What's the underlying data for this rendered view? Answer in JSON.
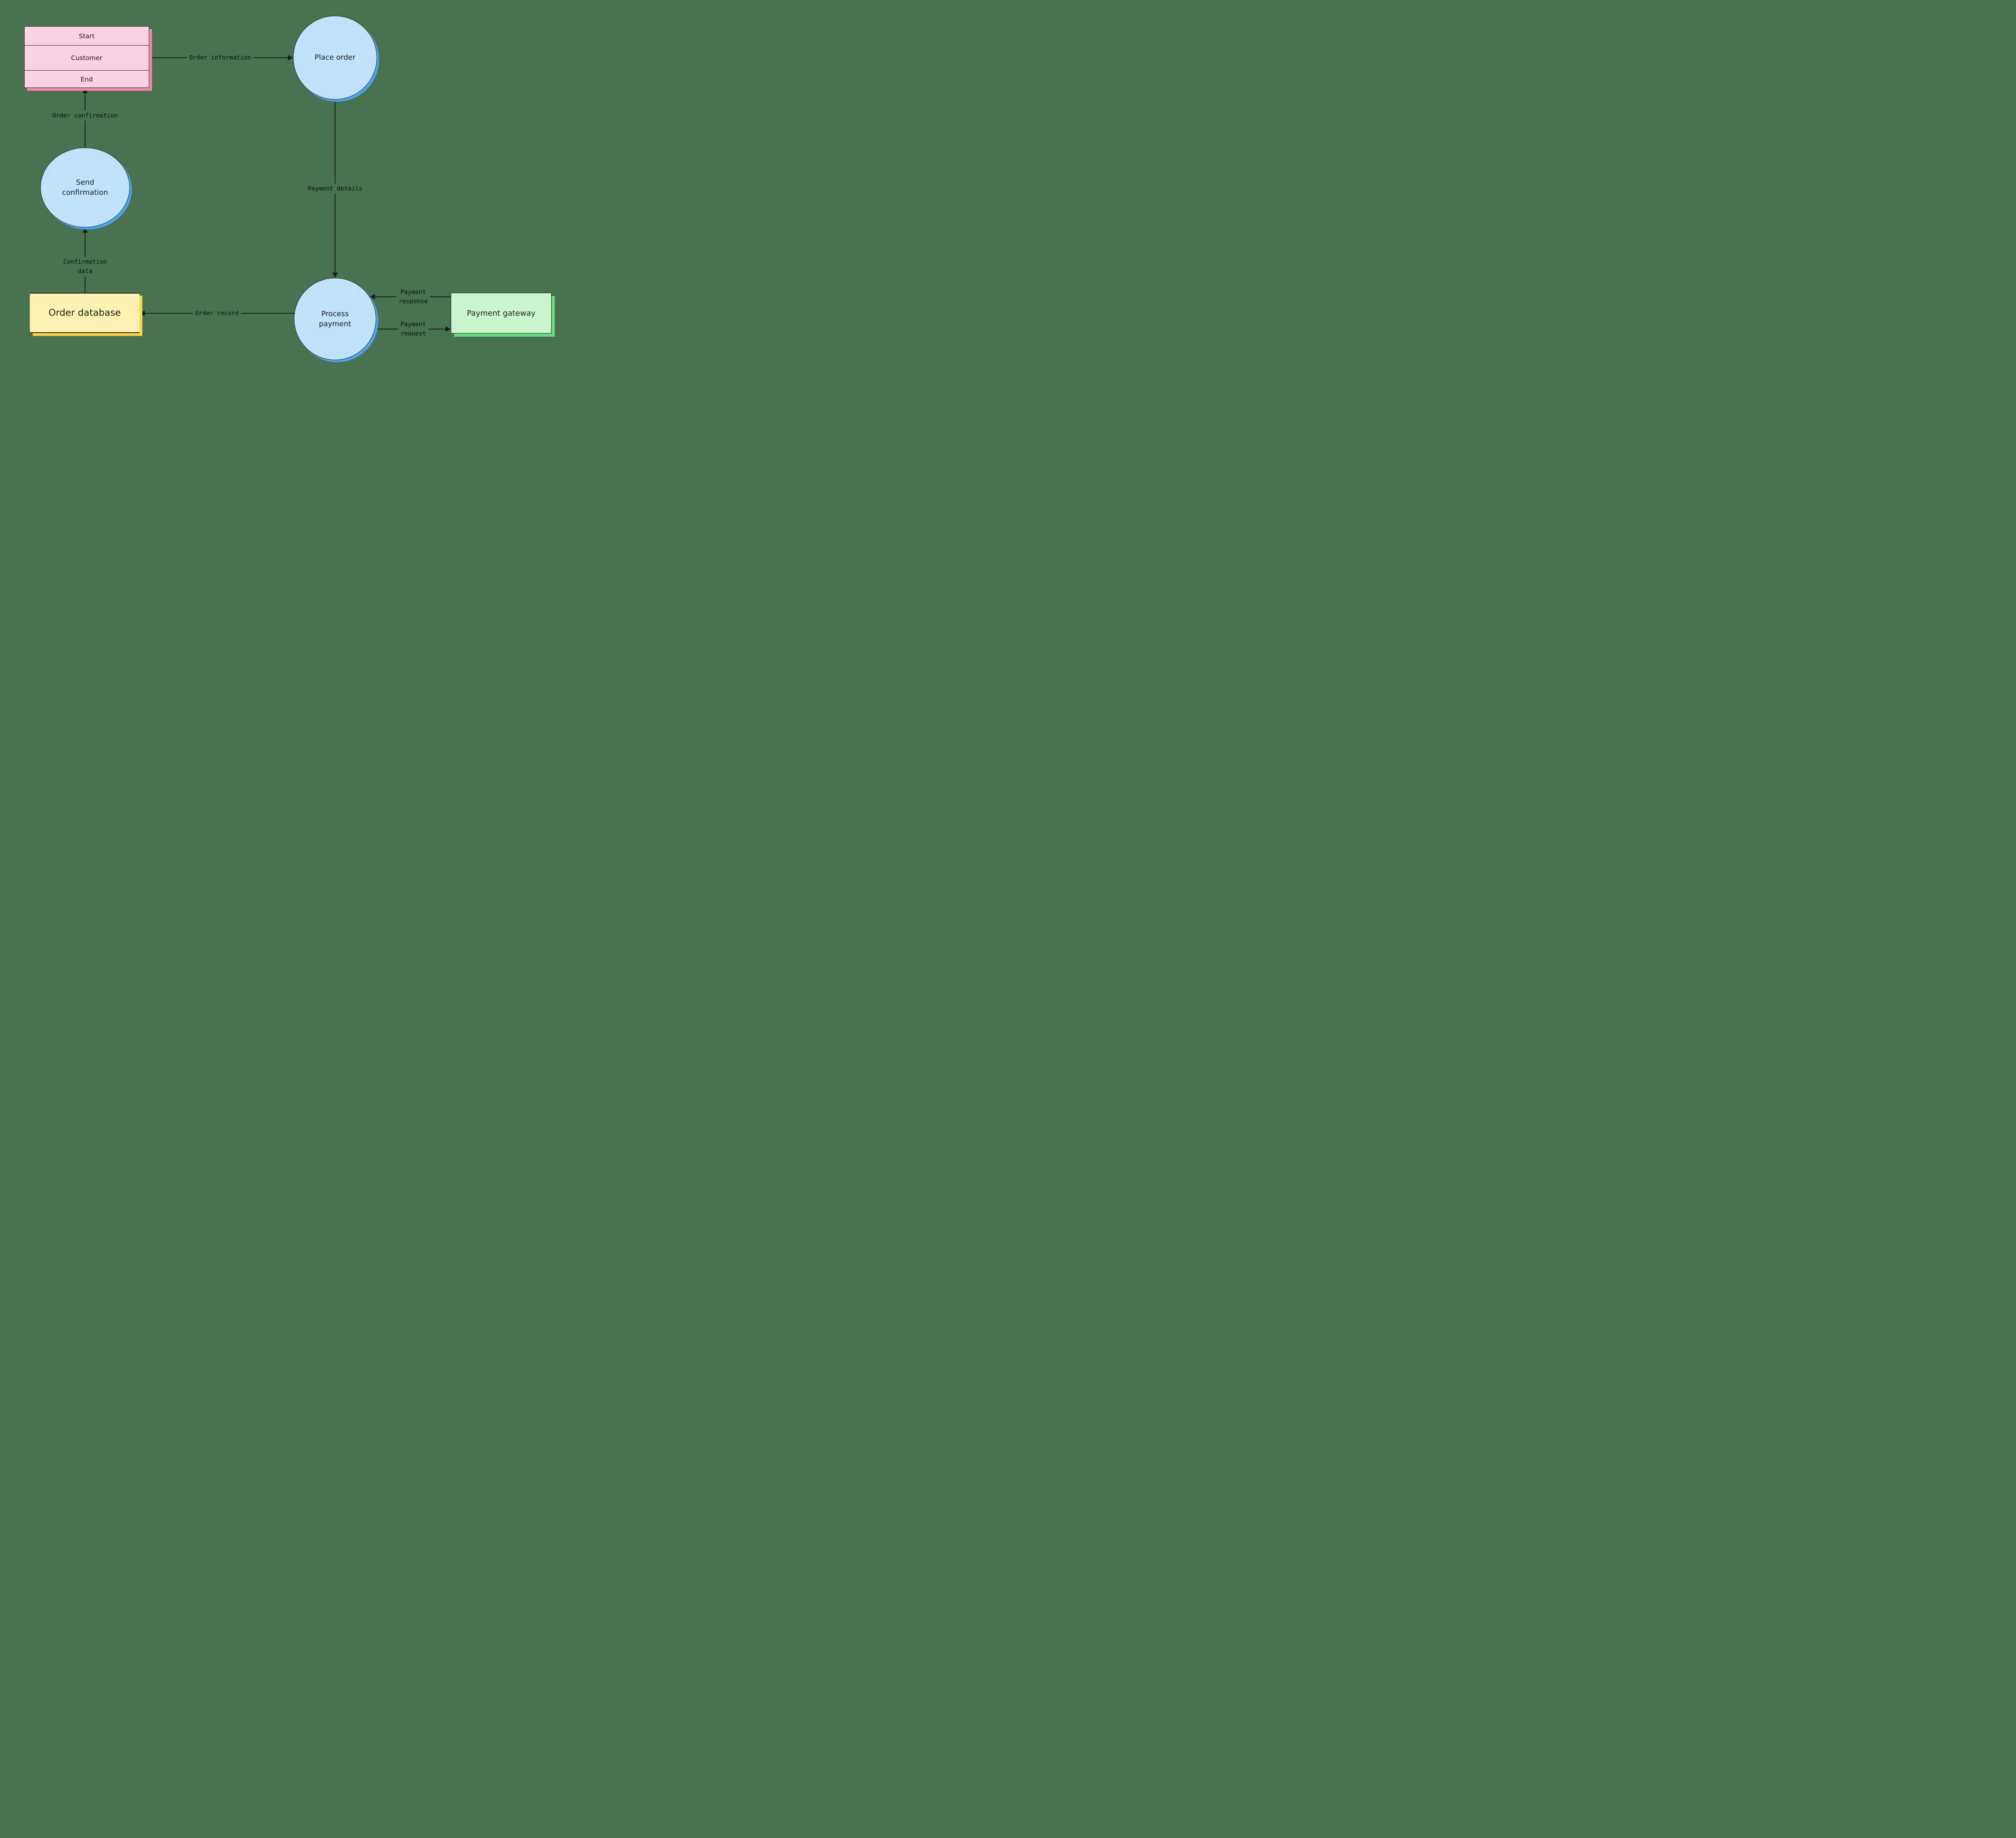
{
  "diagram": {
    "type": "data-flow-diagram",
    "background_color": "#497350",
    "stroke_color": "#1c1c1c",
    "nodes": {
      "customer": {
        "shape": "external-entity-3-rows",
        "rows": [
          "Start",
          "Customer",
          "End"
        ],
        "fill": "#FAD2E3",
        "shadow": "#F585B1"
      },
      "place_order": {
        "shape": "circle",
        "label": "Place order",
        "fill": "#C0E2FB",
        "shadow": "#4DA3F5"
      },
      "send_confirmation": {
        "shape": "ellipse",
        "label": "Send confirmation",
        "fill": "#C0E2FB",
        "shadow": "#4DA3F5"
      },
      "process_payment": {
        "shape": "circle",
        "label": "Process payment",
        "fill": "#C0E2FB",
        "shadow": "#4DA3F5"
      },
      "order_database": {
        "shape": "datastore",
        "label": "Order database",
        "fill": "#FDF2B3",
        "shadow": "#FED343"
      },
      "payment_gateway": {
        "shape": "rectangle",
        "label": "Payment gateway",
        "fill": "#CBF5CE",
        "shadow": "#69DA7E"
      }
    },
    "edges": [
      {
        "id": "order_information",
        "label": "Order information",
        "from": "customer",
        "to": "place_order",
        "direction": "right"
      },
      {
        "id": "payment_details",
        "label": "Payment details",
        "from": "place_order",
        "to": "process_payment",
        "direction": "down"
      },
      {
        "id": "order_confirmation",
        "label": "Order confirmation",
        "from": "send_confirmation",
        "to": "customer",
        "direction": "up"
      },
      {
        "id": "confirmation_data",
        "label_line1": "Confirmation",
        "label_line2": "data",
        "from": "order_database",
        "to": "send_confirmation",
        "direction": "up"
      },
      {
        "id": "order_record",
        "label": "Order record",
        "from": "process_payment",
        "to": "order_database",
        "direction": "left"
      },
      {
        "id": "payment_response",
        "label_line1": "Payment",
        "label_line2": "response",
        "from": "payment_gateway",
        "to": "process_payment",
        "direction": "left"
      },
      {
        "id": "payment_request",
        "label_line1": "Payment",
        "label_line2": "request",
        "from": "process_payment",
        "to": "payment_gateway",
        "direction": "right"
      }
    ]
  }
}
